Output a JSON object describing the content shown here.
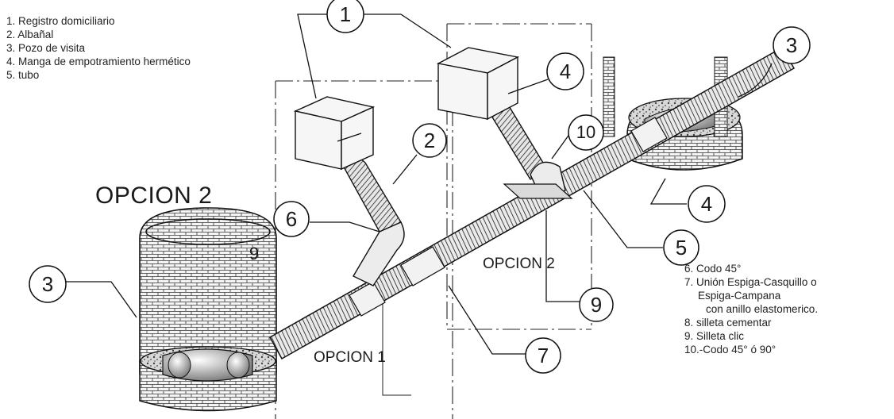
{
  "legend_left": [
    "1. Registro domiciliario",
    "2. Albañal",
    "3. Pozo de visita",
    "4. Manga de  empotramiento hermético",
    "5. tubo"
  ],
  "legend_right": [
    "6. Codo 45°",
    "7. Unión Espiga-Casquillo o",
    "Espiga-Campana",
    "con anillo elastomerico.",
    "8. silleta cementar",
    "9. Silleta clic",
    "10.-Codo 45° ó 90°"
  ],
  "title_option2": "OPCION 2",
  "label_option1": "OPCION 1",
  "label_option2": "OPCION 2",
  "small_marker": "9",
  "callouts": {
    "c1": "1",
    "c2": "2",
    "c3_right": "3",
    "c3_left": "3",
    "c4_top": "4",
    "c4_right": "4",
    "c5": "5",
    "c6": "6",
    "c7": "7",
    "c9": "9",
    "c10": "10"
  }
}
